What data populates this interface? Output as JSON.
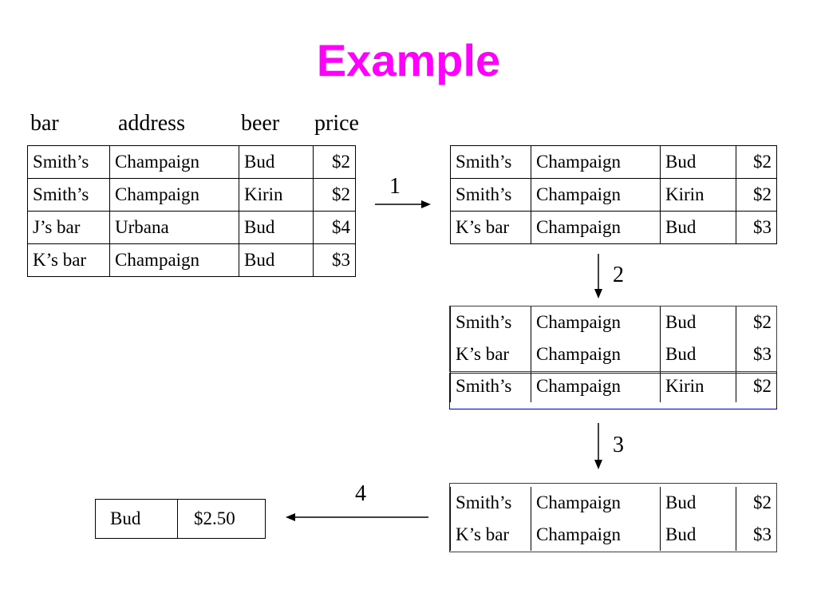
{
  "title": "Example",
  "headers": [
    "bar",
    "address",
    "beer",
    "price"
  ],
  "input_table": [
    [
      "Smith’s",
      "Champaign",
      "Bud",
      "$2"
    ],
    [
      "Smith’s",
      "Champaign",
      "Kirin",
      "$2"
    ],
    [
      "J’s bar",
      "Urbana",
      "Bud",
      "$4"
    ],
    [
      "K’s bar",
      "Champaign",
      "Bud",
      "$3"
    ]
  ],
  "step1_table": [
    [
      "Smith’s",
      "Champaign",
      "Bud",
      "$2"
    ],
    [
      "Smith’s",
      "Champaign",
      "Kirin",
      "$2"
    ],
    [
      "K’s bar",
      "Champaign",
      "Bud",
      "$3"
    ]
  ],
  "step2_table": [
    [
      "Smith’s",
      "Champaign",
      "Bud",
      "$2"
    ],
    [
      "K’s bar",
      "Champaign",
      "Bud",
      "$3"
    ],
    [
      "Smith’s",
      "Champaign",
      "Kirin",
      "$2"
    ]
  ],
  "step3_table": [
    [
      "Smith’s",
      "Champaign",
      "Bud",
      "$2"
    ],
    [
      "K’s bar",
      "Champaign",
      "Bud",
      "$3"
    ]
  ],
  "result_table": [
    [
      "Bud",
      "$2.50"
    ]
  ],
  "steps": [
    "1",
    "2",
    "3",
    "4"
  ],
  "colors": {
    "title": "#ff00ff",
    "group_red": "#cc0000",
    "group_blue": "#0000cc"
  }
}
